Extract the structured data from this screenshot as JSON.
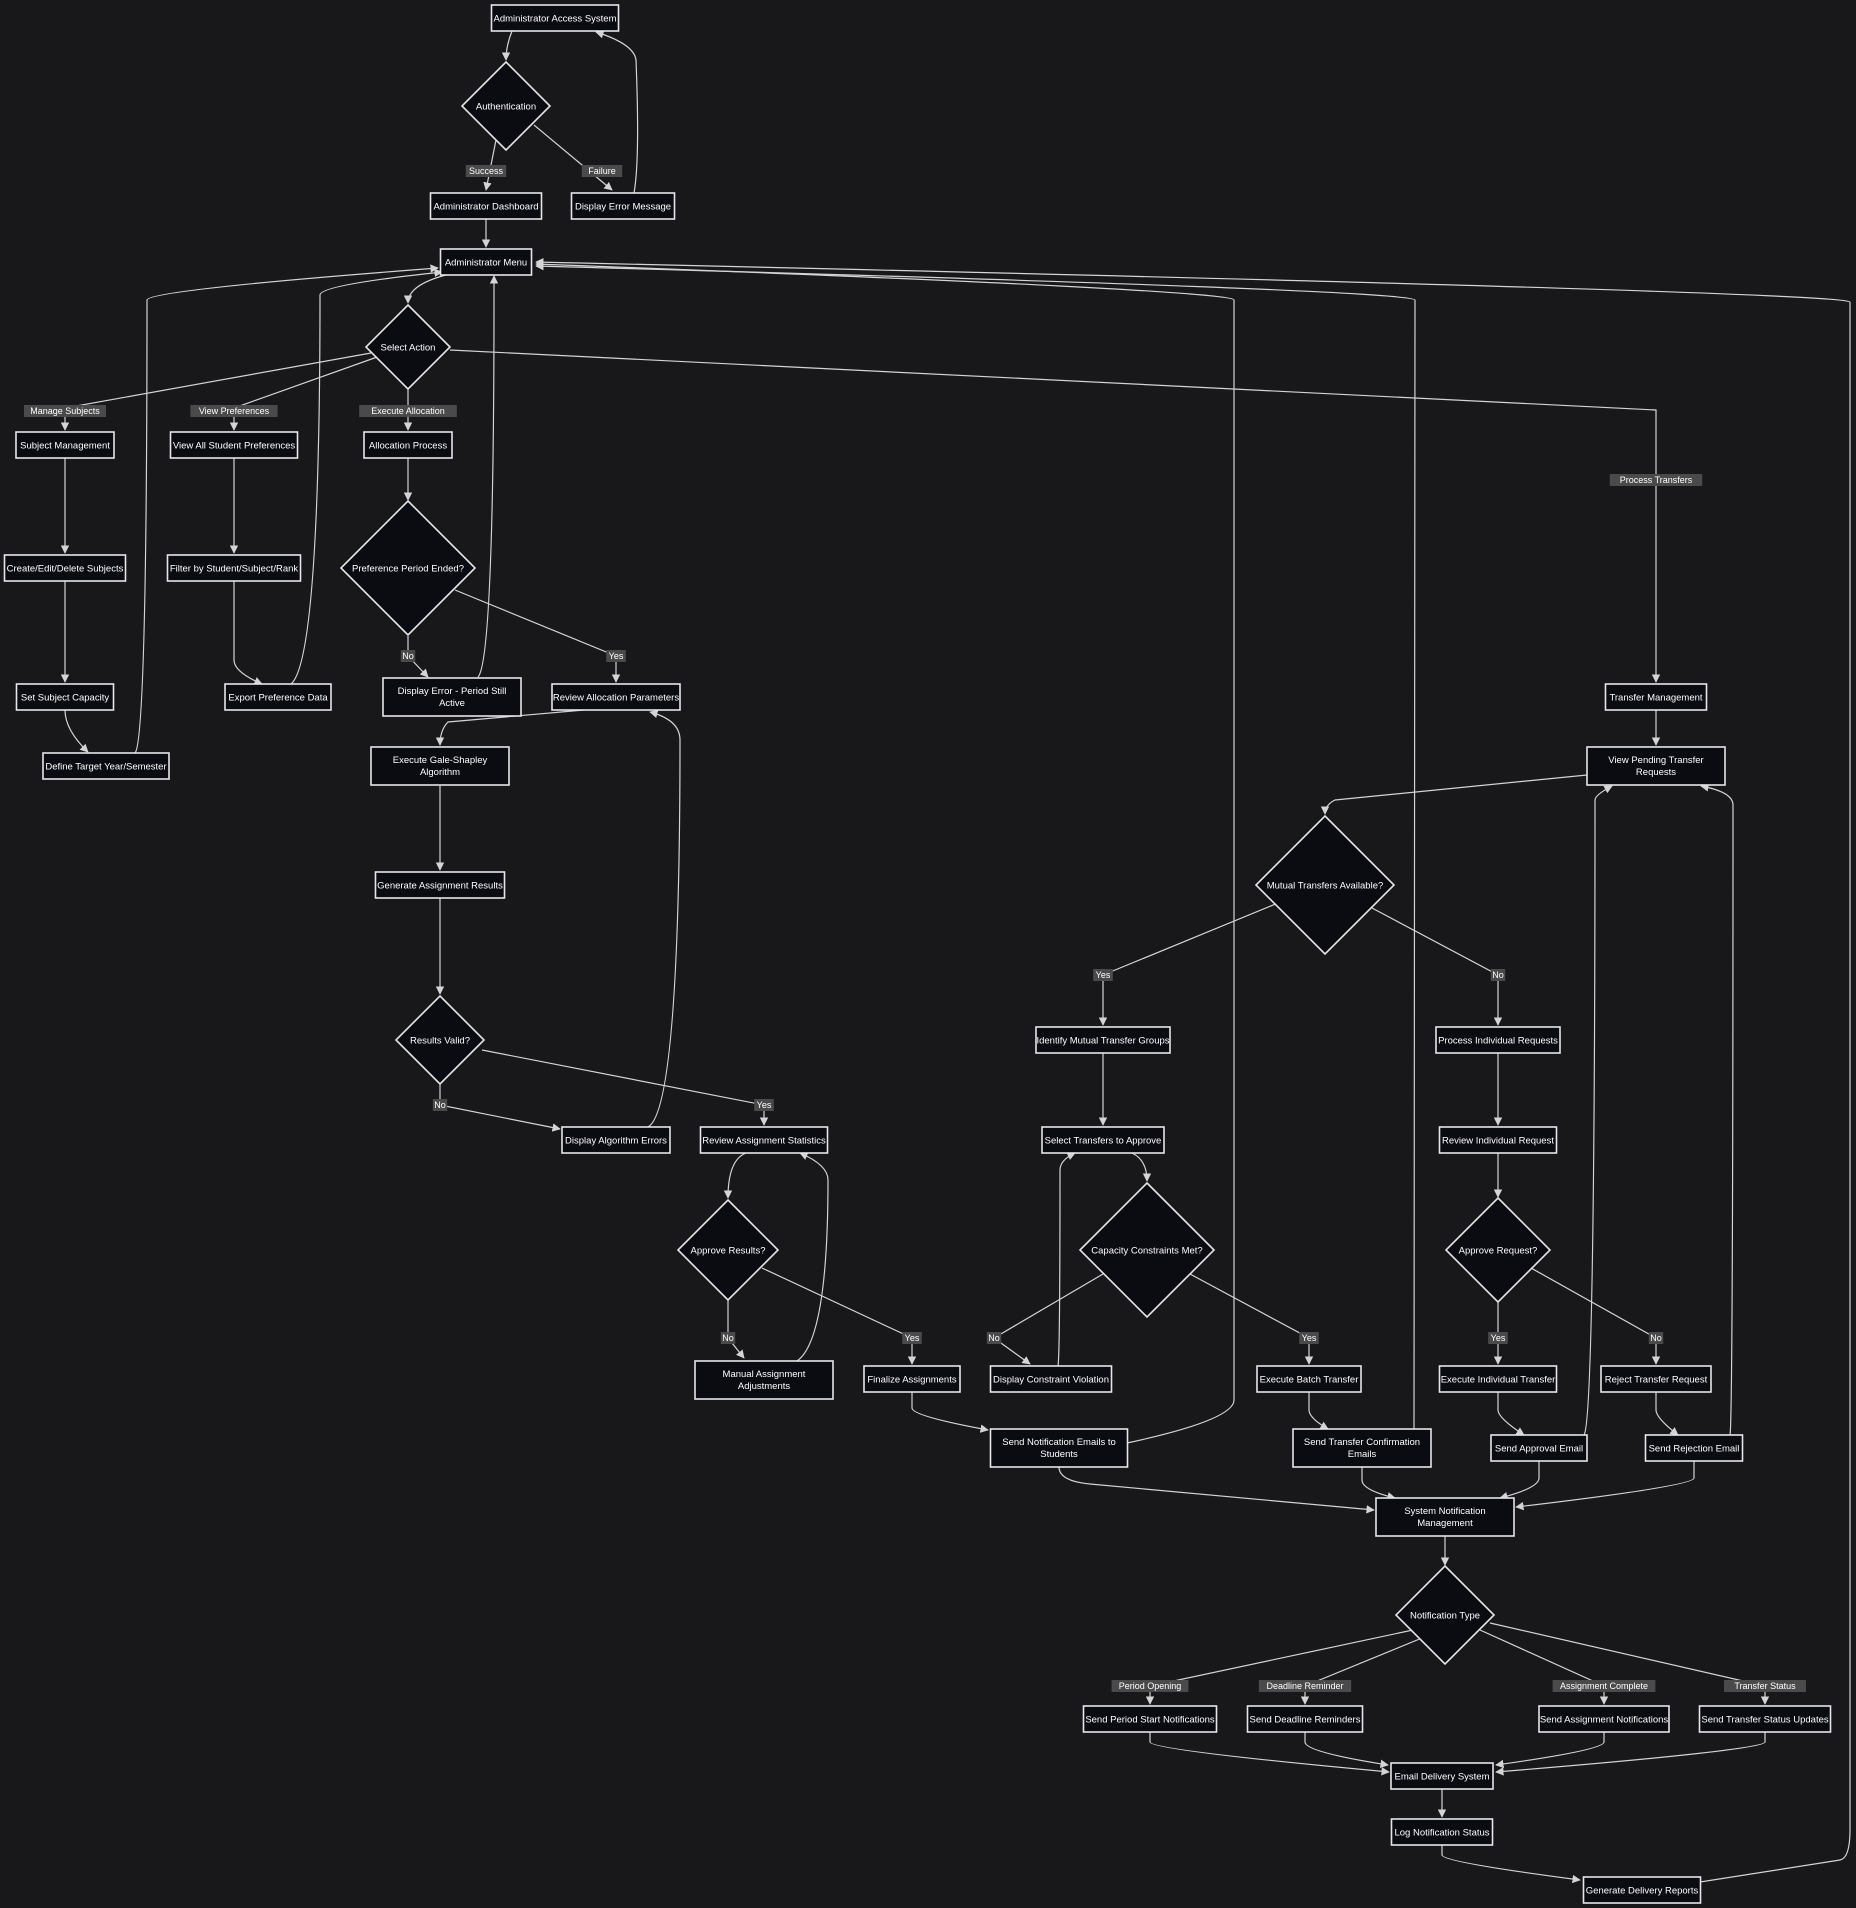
{
  "nodes": {
    "access": "Administrator Access System",
    "auth": "Authentication",
    "dashboard": "Administrator Dashboard",
    "error_msg": "Display Error Message",
    "menu": "Administrator Menu",
    "select_action": "Select Action",
    "subj_mgmt": "Subject Management",
    "view_prefs": "View All Student Preferences",
    "alloc_proc": "Allocation Process",
    "transfer_mgmt": "Transfer Management",
    "create_subj": "Create/Edit/Delete Subjects",
    "filter": "Filter by Student/Subject/Rank",
    "pref_ended": "Preference Period Ended?",
    "set_cap": "Set Subject Capacity",
    "export": "Export Preference Data",
    "err_period": "Display Error - Period Still Active",
    "review_params": "Review Allocation Parameters",
    "define_target": "Define Target Year/Semester",
    "gale": "Execute Gale-Shapley Algorithm",
    "gen_results": "Generate Assignment Results",
    "results_valid": "Results Valid?",
    "algo_errors": "Display Algorithm Errors",
    "review_stats": "Review Assignment Statistics",
    "approve_results": "Approve Results?",
    "manual_adj": "Manual Assignment Adjustments",
    "finalize": "Finalize Assignments",
    "send_notif_emails": "Send Notification Emails to Students",
    "view_pending": "View Pending Transfer Requests",
    "mutual": "Mutual Transfers Available?",
    "identify_groups": "Identify Mutual Transfer Groups",
    "process_individual": "Process Individual Requests",
    "select_transfers": "Select Transfers to Approve",
    "review_individual": "Review Individual Request",
    "capacity": "Capacity Constraints Met?",
    "approve_request": "Approve Request?",
    "constraint_violation": "Display Constraint Violation",
    "batch_transfer": "Execute Batch Transfer",
    "exec_individual": "Execute Individual Transfer",
    "reject": "Reject Transfer Request",
    "send_transfer_conf": "Send Transfer Confirmation Emails",
    "send_approval": "Send Approval Email",
    "send_rejection": "Send Rejection Email",
    "sys_notif": "System Notification Management",
    "notif_type": "Notification Type",
    "period_start": "Send Period Start Notifications",
    "deadline": "Send Deadline Reminders",
    "assign_notif": "Send Assignment Notifications",
    "transfer_updates": "Send Transfer Status Updates",
    "email_delivery": "Email Delivery System",
    "log_status": "Log Notification Status",
    "delivery_reports": "Generate Delivery Reports"
  },
  "edge_labels": {
    "success": "Success",
    "failure": "Failure",
    "manage_subjects": "Manage Subjects",
    "view_preferences": "View Preferences",
    "execute_allocation": "Execute Allocation",
    "process_transfers": "Process Transfers",
    "pref_no": "No",
    "pref_yes": "Yes",
    "valid_no": "No",
    "valid_yes": "Yes",
    "approve_no": "No",
    "approve_yes": "Yes",
    "mutual_yes": "Yes",
    "mutual_no": "No",
    "cap_no": "No",
    "cap_yes": "Yes",
    "req_yes": "Yes",
    "req_no": "No",
    "period_opening": "Period Opening",
    "deadline_reminder": "Deadline Reminder",
    "assignment_complete": "Assignment Complete",
    "transfer_status": "Transfer Status"
  },
  "colors": {
    "background": "#18181b",
    "node_fill": "#0b0b12",
    "node_stroke": "#e6e6e6",
    "edge": "#d4d4d4",
    "label_bg": "#4a4a4a",
    "text": "#ffffff"
  }
}
